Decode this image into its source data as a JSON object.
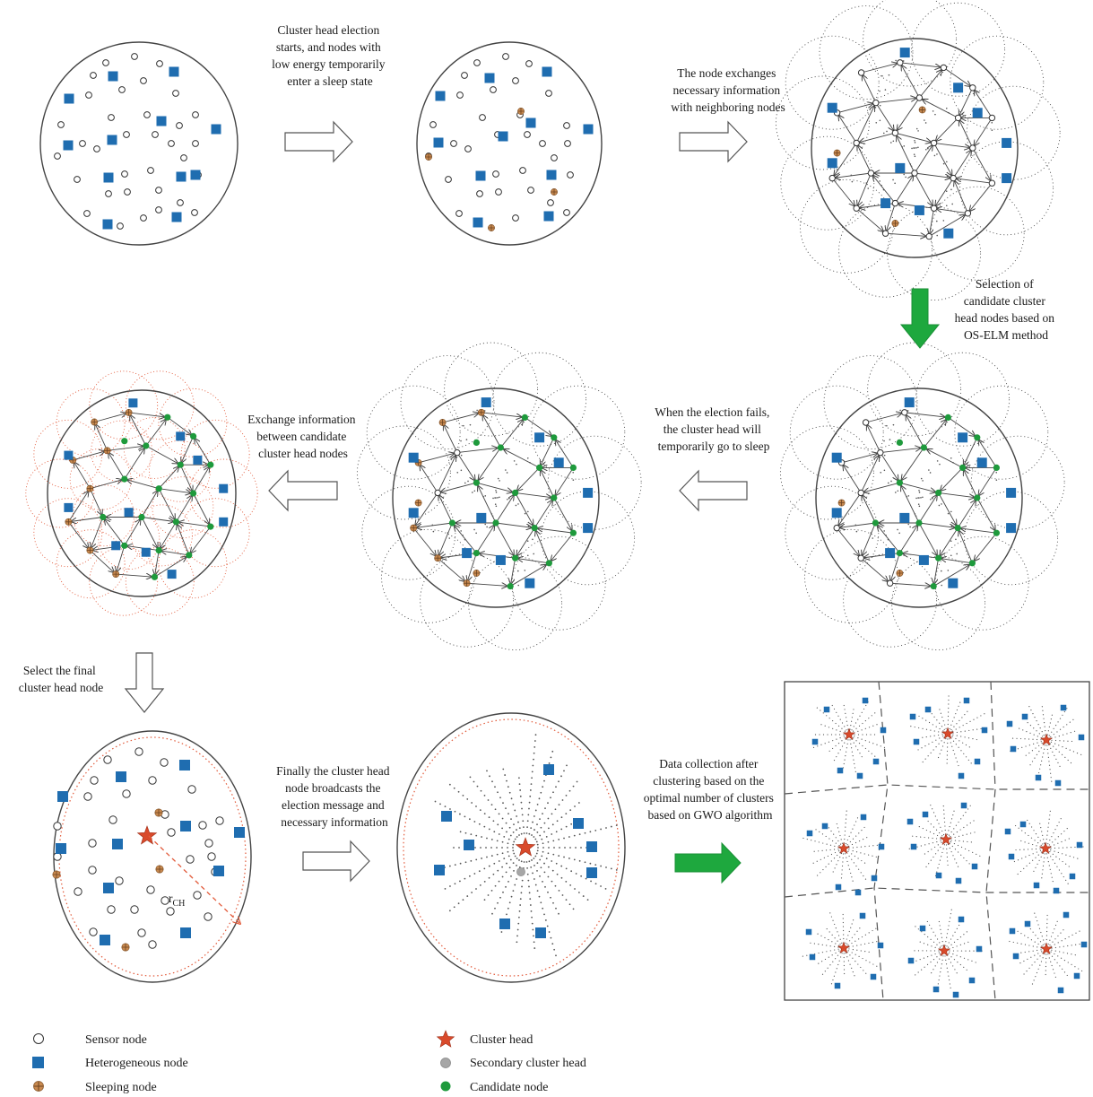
{
  "captions": {
    "step1": [
      "Cluster head election",
      "starts, and nodes with",
      "low energy temporarily",
      "enter a sleep state"
    ],
    "step2": [
      "The node exchanges",
      "necessary information",
      "with neighboring nodes"
    ],
    "step3": [
      "Selection of",
      "candidate cluster",
      "head nodes based on",
      "OS-ELM method"
    ],
    "step4": [
      "When the election fails,",
      "the cluster head will",
      "temporarily go to sleep"
    ],
    "step5": [
      "Exchange information",
      "between candidate",
      "cluster head nodes"
    ],
    "step6": [
      "Select the final",
      "cluster head node"
    ],
    "step7": [
      "Finally the cluster head",
      "node broadcasts the",
      "election message and",
      "necessary information"
    ],
    "step8": [
      "Data collection after",
      "clustering based on the",
      "optimal number of clusters",
      "based on GWO algorithm"
    ]
  },
  "radius_label": "r",
  "radius_subscript": "CH",
  "legend": [
    {
      "key": "sensor",
      "label": "Sensor node"
    },
    {
      "key": "hetero",
      "label": "Heterogeneous node"
    },
    {
      "key": "sleep",
      "label": "Sleeping node"
    },
    {
      "key": "ch",
      "label": "Cluster head"
    },
    {
      "key": "sch",
      "label": "Secondary cluster head"
    },
    {
      "key": "cand",
      "label": "Candidate node"
    }
  ],
  "colors": {
    "hetero": "#1f6db0",
    "sleep": "#c98a50",
    "candidate": "#1e9a3c",
    "cluster_head": "#d94a2b",
    "secondary": "#a6a6a6",
    "green_arrow": "#1ea83e",
    "red_dots": "#e25a3a",
    "edge": "#444444"
  }
}
